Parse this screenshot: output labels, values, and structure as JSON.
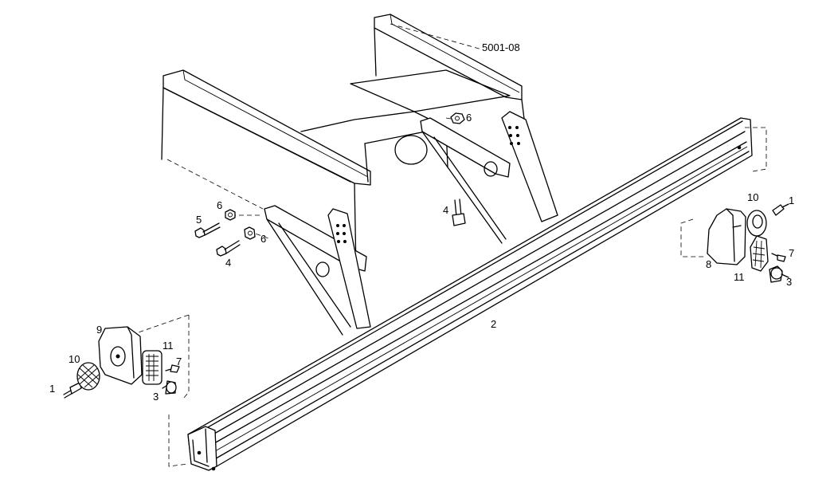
{
  "diagram": {
    "code": "5001-08",
    "callouts": {
      "left_1": "1",
      "left_10": "10",
      "left_9": "9",
      "left_11": "11",
      "left_7": "7",
      "left_3": "3",
      "center_5": "5",
      "center_6a": "6",
      "center_6b": "6",
      "center_4a": "4",
      "center_4b": "4",
      "top_6": "6",
      "bumper_2": "2",
      "right_10": "10",
      "right_1": "1",
      "right_8": "8",
      "right_7": "7",
      "right_11": "11",
      "right_3": "3"
    }
  }
}
